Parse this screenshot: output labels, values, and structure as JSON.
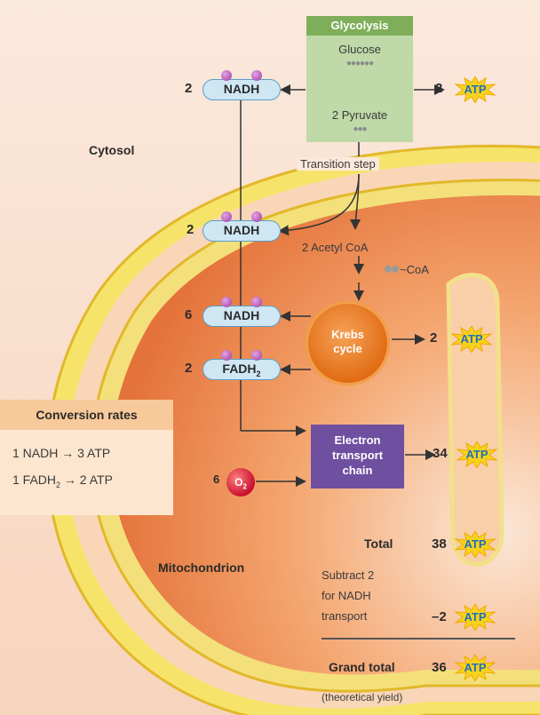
{
  "labels": {
    "cytosol": "Cytosol",
    "mitochondrion": "Mitochondrion",
    "transition_step": "Transition step",
    "acetyl_coa": "2 Acetyl CoA",
    "coa_suffix": "~CoA"
  },
  "glycolysis": {
    "title": "Glycolysis",
    "glucose": "Glucose",
    "pyruvate": "2 Pyruvate"
  },
  "carriers": [
    {
      "count": "2",
      "name": "NADH"
    },
    {
      "count": "2",
      "name": "NADH"
    },
    {
      "count": "6",
      "name": "NADH"
    },
    {
      "count": "2",
      "name": "FADH",
      "sub": "2"
    }
  ],
  "krebs": {
    "line1": "Krebs",
    "line2": "cycle"
  },
  "etc": {
    "line1": "Electron",
    "line2": "transport",
    "line3": "chain"
  },
  "oxygen": {
    "count": "6",
    "symbol": "O",
    "sub": "2"
  },
  "atp_label": "ATP",
  "yields": {
    "glycolysis": "2",
    "krebs": "2",
    "etc": "34",
    "total_label": "Total",
    "total": "38",
    "subtract_line1": "Subtract 2",
    "subtract_line2": "for NADH",
    "subtract_line3": "transport",
    "subtract": "–2",
    "grand_label": "Grand total",
    "grand": "36",
    "theoretical": "(theoretical yield)"
  },
  "conversion": {
    "title": "Conversion rates",
    "rate1": "1 NADH → 3 ATP",
    "rate2_pre": "1 FADH",
    "rate2_sub": "2",
    "rate2_post": " → 2 ATP"
  },
  "colors": {
    "carrier_fill": "#cfe6f3",
    "glycolysis_header": "#7fae5a",
    "krebs": "#e8781e",
    "etc": "#6f4fa0",
    "atp_text": "#1f6fb8",
    "atp_star": "#f7d21c"
  }
}
